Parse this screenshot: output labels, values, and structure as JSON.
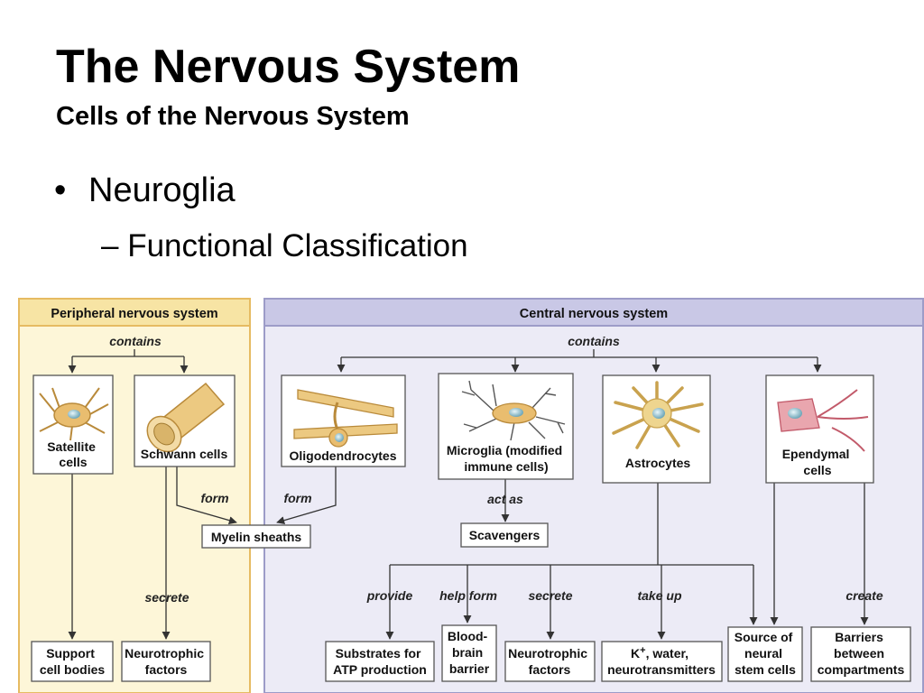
{
  "slide": {
    "title": "The Nervous System",
    "subtitle": "Cells of the Nervous System",
    "bullet": "Neuroglia",
    "subbullet_dash": "–",
    "subbullet": "Functional Classification"
  },
  "diagram": {
    "pns_panel": {
      "header": "Peripheral nervous system",
      "contains": "contains",
      "cells": {
        "satellite": [
          "Satellite",
          "cells"
        ],
        "schwann": [
          "Schwann cells"
        ]
      },
      "form": "form",
      "secrete": "secrete",
      "outputs": {
        "support": [
          "Support",
          "cell bodies"
        ],
        "neurotrophic": [
          "Neurotrophic",
          "factors"
        ]
      }
    },
    "cns_panel": {
      "header": "Central nervous system",
      "contains": "contains",
      "cells": {
        "oligodendrocytes": [
          "Oligodendrocytes"
        ],
        "microglia": [
          "Microglia (modified",
          "immune cells)"
        ],
        "astrocytes": [
          "Astrocytes"
        ],
        "ependymal": [
          "Ependymal",
          "cells"
        ]
      },
      "form": "form",
      "act_as": "act as",
      "scavengers": "Scavengers",
      "verbs": {
        "provide": "provide",
        "help_form": "help form",
        "secrete": "secrete",
        "take_up": "take up",
        "create": "create"
      },
      "outputs": {
        "substrates": [
          "Substrates for",
          "ATP production"
        ],
        "bbb": [
          "Blood-",
          "brain",
          "barrier"
        ],
        "neurotrophic": [
          "Neurotrophic",
          "factors"
        ],
        "k_water_base": "K",
        "k_water_sup": "+",
        "k_water_rest": ", water,",
        "k_water_line2": "neurotransmitters",
        "stem": [
          "Source of",
          "neural",
          "stem cells"
        ],
        "barriers": [
          "Barriers",
          "between",
          "compartments"
        ]
      }
    },
    "myelin_sheaths": "Myelin sheaths"
  },
  "colors": {
    "pns_bg": "#fdf6d8",
    "pns_border": "#e6bb62",
    "pns_header": "#f7e4a4",
    "cns_bg": "#ecebf6",
    "cns_border": "#9d9cc8",
    "cns_header": "#c9c8e6",
    "line": "#333333",
    "box_border": "#555555"
  }
}
